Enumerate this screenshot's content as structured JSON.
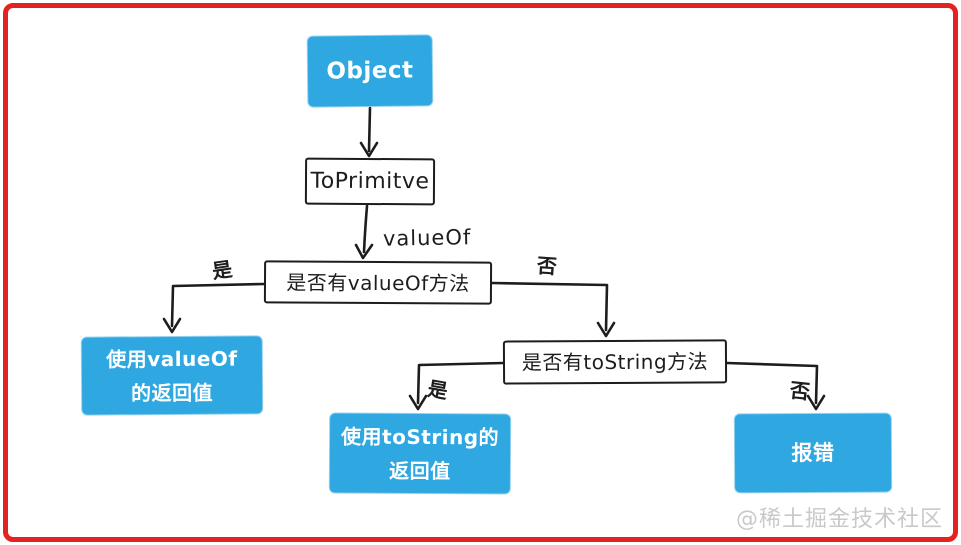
{
  "diagram": {
    "title_implicit": "ToPrimitive flow",
    "nodes": {
      "object": {
        "label": "Object"
      },
      "to_primitive": {
        "label": "ToPrimitve"
      },
      "has_valueof": {
        "label": "是否有valueOf方法"
      },
      "use_valueof": {
        "lines": [
          "使用valueOf",
          "的返回值"
        ]
      },
      "has_tostring": {
        "label": "是否有toString方法"
      },
      "use_tostring": {
        "lines": [
          "使用toString的",
          "返回值"
        ]
      },
      "error": {
        "label": "报错"
      }
    },
    "edges": {
      "to_primitive_method": "valueOf",
      "valueof_yes": "是",
      "valueof_no": "否",
      "tostring_yes": "是",
      "tostring_no": "否"
    }
  },
  "watermark": "@稀土掘金技术社区",
  "colors": {
    "node_fill_blue": "#2fa7e0",
    "node_text_white": "#ffffff",
    "frame_red": "#e32222",
    "line_black": "#1d1d1d",
    "watermark_gray": "#c9c9c9"
  }
}
